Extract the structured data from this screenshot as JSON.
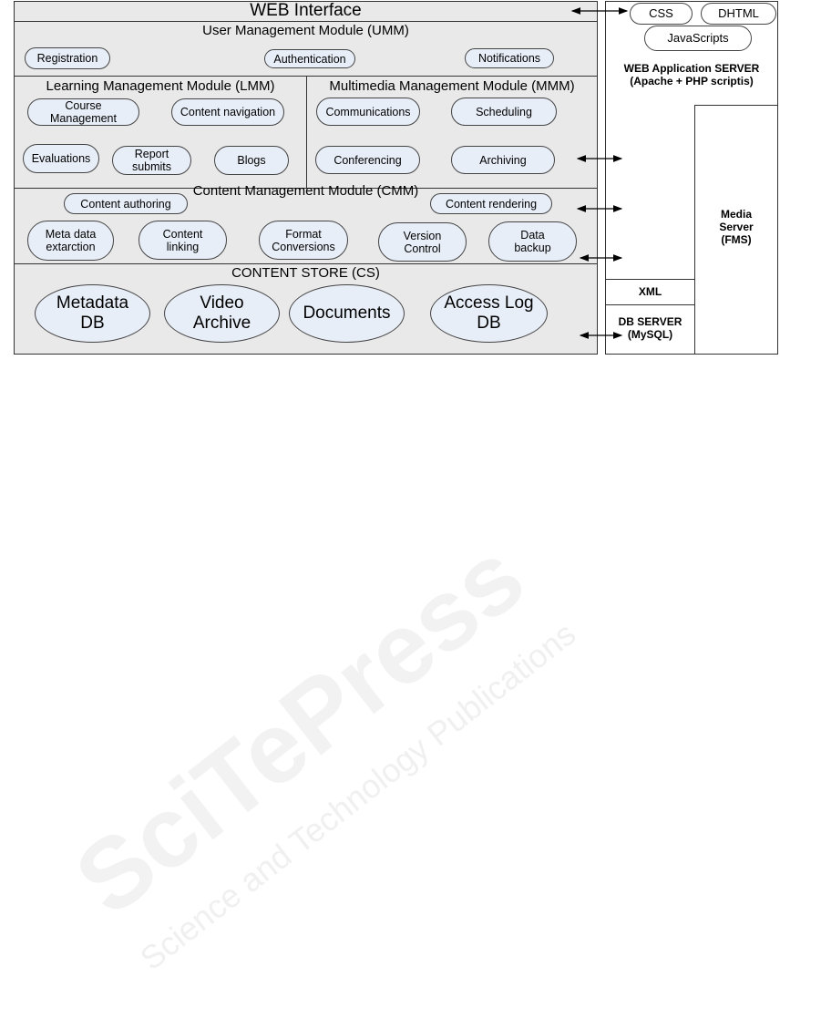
{
  "watermark": {
    "brand": "SciTePress",
    "tagline": "Science and Technology Publications"
  },
  "web_interface": "WEB Interface",
  "umm": {
    "title": "User Management Module (UMM)",
    "items": [
      "Registration",
      "Authentication",
      "Notifications"
    ]
  },
  "lmm": {
    "title": "Learning Management Module (LMM)",
    "items": [
      "Course\nManagement",
      "Content navigation",
      "Evaluations",
      "Report\nsubmits",
      "Blogs"
    ]
  },
  "mmm": {
    "title": "Multimedia Management Module (MMM)",
    "items": [
      "Communications",
      "Scheduling",
      "Conferencing",
      "Archiving"
    ]
  },
  "cmm": {
    "title": "Content Management Module (CMM)",
    "items": [
      "Content authoring",
      "Content rendering",
      "Meta data\nextarction",
      "Content\nlinking",
      "Format\nConversions",
      "Version\nControl",
      "Data\nbackup"
    ]
  },
  "cs": {
    "title": "CONTENT STORE (CS)",
    "items": [
      "Metadata\nDB",
      "Video\nArchive",
      "Documents",
      "Access Log\nDB"
    ]
  },
  "server": {
    "techs": [
      "CSS",
      "DHTML",
      "JavaScripts"
    ],
    "title": "WEB Application SERVER\n(Apache + PHP scriptis)",
    "media": "Media\nServer\n(FMS)",
    "xml": "XML",
    "db": "DB SERVER\n(MySQL)"
  }
}
